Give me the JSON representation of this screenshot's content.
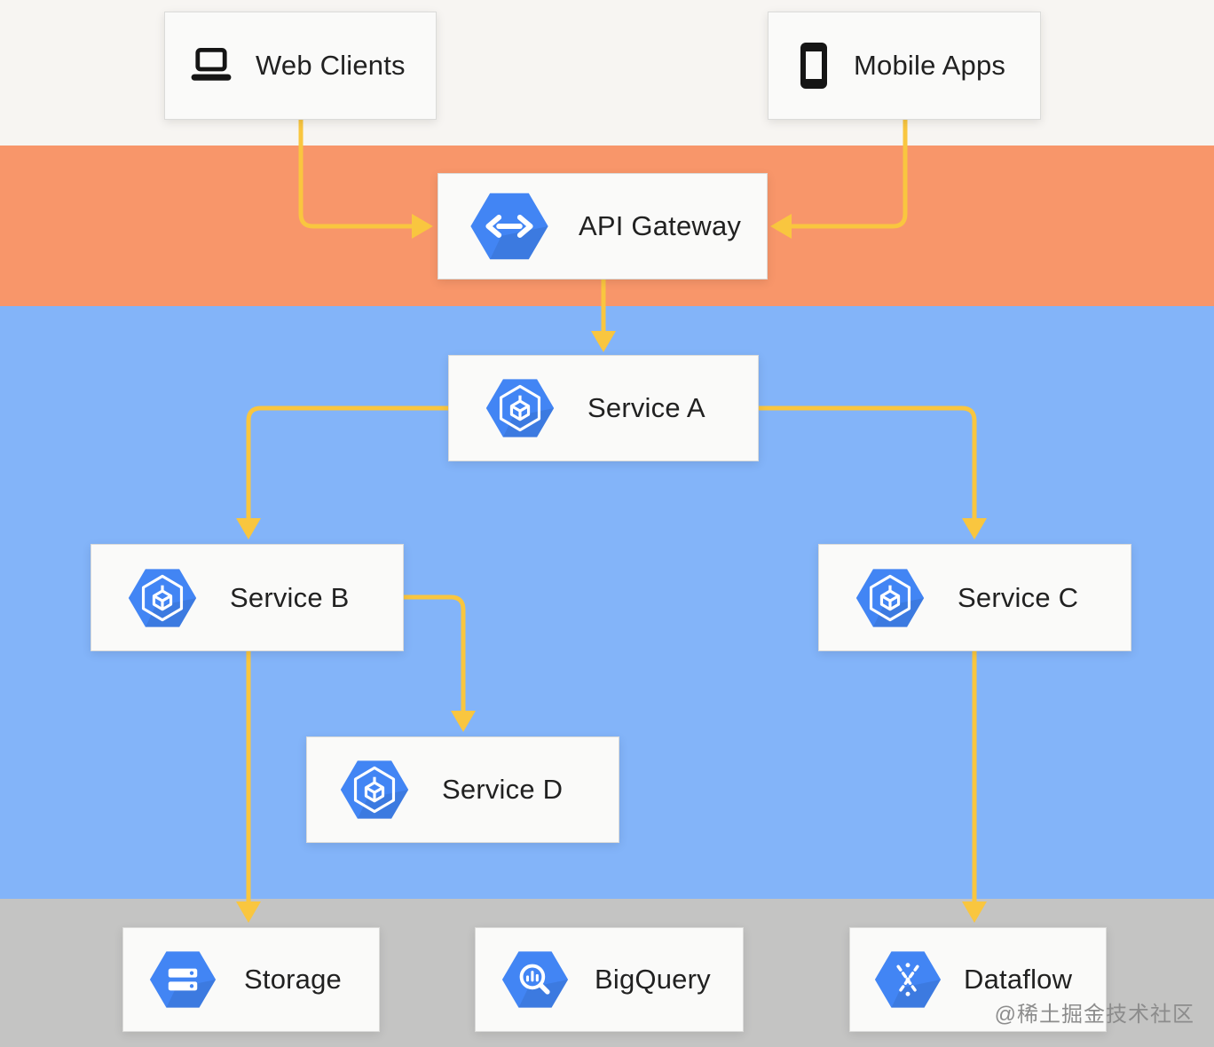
{
  "diagram_title": "Cloud microservices architecture diagram",
  "colors": {
    "top_band": "#F7F5F2",
    "orange_band": "#F8966A",
    "blue_band": "#83B4F9",
    "gray_band": "#C4C4C3",
    "arrow": "#F9C63F",
    "hexagon": "#4285F4",
    "box_bg": "#FAFAF9",
    "box_border": "#DBDBD9",
    "text": "#212121",
    "icon_black": "#151515",
    "watermark_color": "#8C8C8C"
  },
  "layers": [
    {
      "name": "clients-layer",
      "color": "#F7F5F2"
    },
    {
      "name": "gateway-layer",
      "color": "#F8966A"
    },
    {
      "name": "services-layer",
      "color": "#83B4F9"
    },
    {
      "name": "data-layer",
      "color": "#C4C4C3"
    }
  ],
  "nodes": [
    {
      "id": "web-clients",
      "label": "Web Clients",
      "icon": "laptop-icon"
    },
    {
      "id": "mobile-apps",
      "label": "Mobile Apps",
      "icon": "smartphone-icon"
    },
    {
      "id": "api-gateway",
      "label": "API Gateway",
      "icon": "api-gateway-hexagon-icon"
    },
    {
      "id": "service-a",
      "label": "Service A",
      "icon": "service-hexagon-icon"
    },
    {
      "id": "service-b",
      "label": "Service B",
      "icon": "service-hexagon-icon"
    },
    {
      "id": "service-c",
      "label": "Service C",
      "icon": "service-hexagon-icon"
    },
    {
      "id": "service-d",
      "label": "Service D",
      "icon": "service-hexagon-icon"
    },
    {
      "id": "storage",
      "label": "Storage",
      "icon": "cloud-storage-hexagon-icon"
    },
    {
      "id": "bigquery",
      "label": "BigQuery",
      "icon": "bigquery-hexagon-icon"
    },
    {
      "id": "dataflow",
      "label": "Dataflow",
      "icon": "dataflow-hexagon-icon"
    }
  ],
  "edges": [
    {
      "from": "web-clients",
      "to": "api-gateway"
    },
    {
      "from": "mobile-apps",
      "to": "api-gateway"
    },
    {
      "from": "api-gateway",
      "to": "service-a"
    },
    {
      "from": "service-a",
      "to": "service-b"
    },
    {
      "from": "service-a",
      "to": "service-c"
    },
    {
      "from": "service-b",
      "to": "service-d"
    },
    {
      "from": "service-b",
      "to": "storage"
    },
    {
      "from": "service-c",
      "to": "dataflow"
    }
  ],
  "watermark": {
    "text": "@稀土掘金技术社区"
  }
}
